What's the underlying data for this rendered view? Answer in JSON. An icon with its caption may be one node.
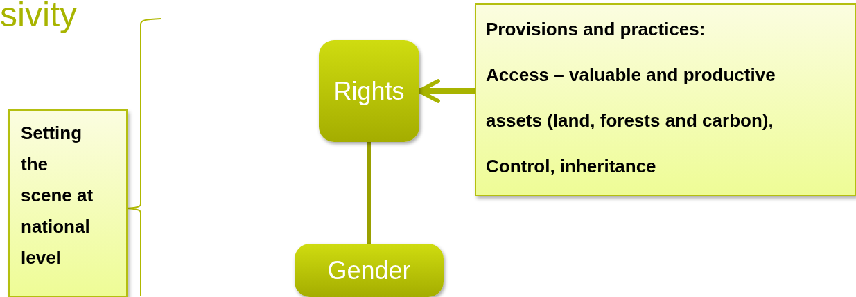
{
  "diagram": {
    "title": "sivity",
    "nodes": [
      {
        "text": [
          "Setting the scene at national level"
        ]
      },
      {
        "text": [
          "Rights"
        ]
      },
      {
        "text": [
          "Gender"
        ]
      },
      {
        "text": [
          "Provisions and practices:",
          "Access – valuable and productive assets (land, forests and carbon),",
          "Control, inheritance"
        ]
      }
    ],
    "edges": [
      {
        "from": 3,
        "to": 1,
        "arrow": "to",
        "style": "thick"
      },
      {
        "from": 1,
        "to": 2,
        "arrow": "none"
      }
    ]
  }
}
